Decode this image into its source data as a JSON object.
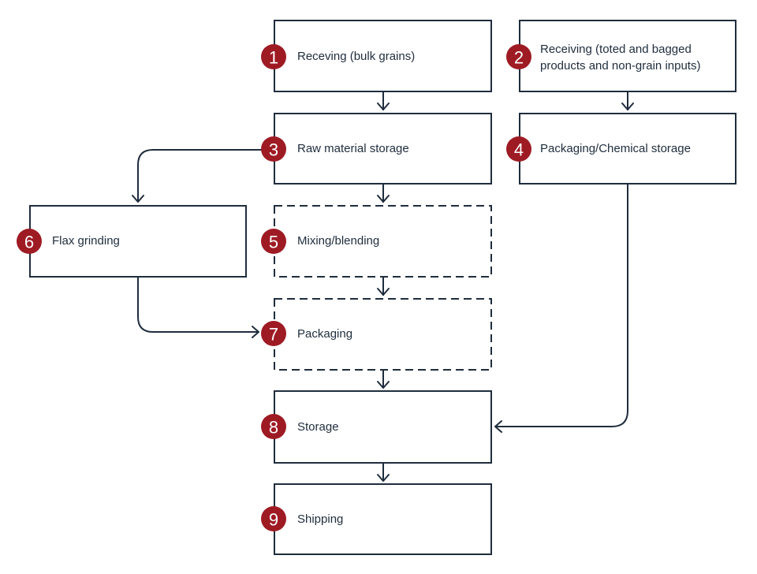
{
  "colors": {
    "badge": "#9e1b24",
    "badge_text": "#ffffff",
    "line": "#1f2d3d",
    "text": "#1f2d3d",
    "background": "#ffffff"
  },
  "steps": [
    {
      "number": "1",
      "label": "Receving (bulk grains)",
      "border": "solid"
    },
    {
      "number": "2",
      "label_lines": [
        "Receiving (toted and bagged",
        "products and non-grain inputs)"
      ],
      "border": "solid"
    },
    {
      "number": "3",
      "label": "Raw material storage",
      "border": "solid"
    },
    {
      "number": "4",
      "label": "Packaging/Chemical storage",
      "border": "solid"
    },
    {
      "number": "5",
      "label": "Mixing/blending",
      "border": "dashed"
    },
    {
      "number": "6",
      "label": "Flax grinding",
      "border": "solid"
    },
    {
      "number": "7",
      "label": "Packaging",
      "border": "dashed"
    },
    {
      "number": "8",
      "label": "Storage",
      "border": "solid"
    },
    {
      "number": "9",
      "label": "Shipping",
      "border": "solid"
    }
  ],
  "connections": [
    {
      "from": "1",
      "to": "3"
    },
    {
      "from": "2",
      "to": "4"
    },
    {
      "from": "3",
      "to": "5"
    },
    {
      "from": "3",
      "to": "6"
    },
    {
      "from": "5",
      "to": "7"
    },
    {
      "from": "6",
      "to": "7"
    },
    {
      "from": "7",
      "to": "8"
    },
    {
      "from": "4",
      "to": "8"
    },
    {
      "from": "8",
      "to": "9"
    }
  ]
}
